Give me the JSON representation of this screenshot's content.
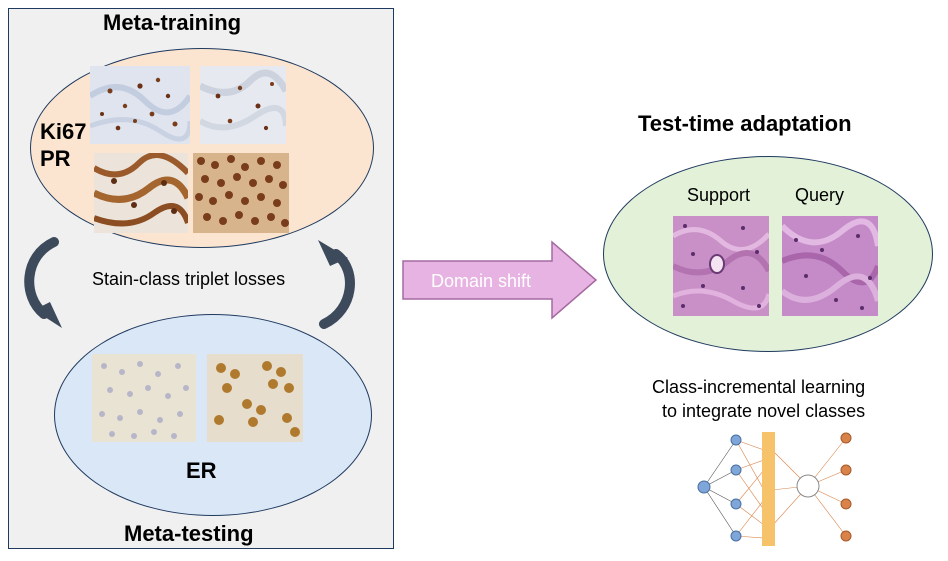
{
  "meta_training": {
    "title": "Meta-training",
    "stains_line1": "Ki67",
    "stains_line2": "PR"
  },
  "loss_label": "Stain-class triplet losses",
  "meta_testing": {
    "title": "Meta-testing",
    "stain": "ER"
  },
  "domain_shift": "Domain shift",
  "test_time": {
    "title": "Test-time adaptation",
    "support": "Support",
    "query": "Query"
  },
  "class_incremental": {
    "line1": "Class-incremental learning",
    "line2": "to integrate novel classes"
  },
  "colors": {
    "panel_border": "#1f3a5f",
    "training_fill": "#fbe5d1",
    "testing_fill": "#dae7f7",
    "test_time_fill": "#e3f1d9",
    "arrow_fill": "#e7b3e2",
    "curved_arrow": "#3c4a5c",
    "network_bar": "#f7c36a",
    "input_node": "#7fa6d9",
    "output_node": "#d9834a"
  }
}
